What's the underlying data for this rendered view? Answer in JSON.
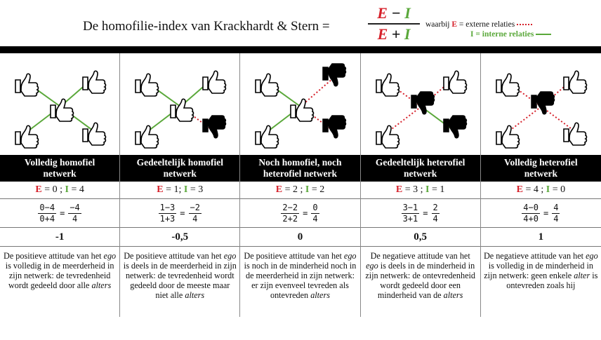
{
  "header": {
    "title": "De homofilie-index van Krackhardt & Stern =",
    "formula_E": "E",
    "formula_minus": "−",
    "formula_plus": "+",
    "formula_I": "I",
    "legend_prefix": "waarbij",
    "legend_E": "E",
    "legend_E_text": "= externe relaties",
    "legend_I": "I = interne relaties"
  },
  "columns": [
    {
      "label_line1": "Volledig homofiel",
      "label_line2": "netwerk",
      "E": "E",
      "E_val": "= 0 ;",
      "I": "I",
      "I_val": "= 4",
      "num1": "0−4",
      "den1": "0+4",
      "num2": "−4",
      "den2": "4",
      "value": "-1",
      "desc_pre": "De positieve attitude van het",
      "desc_em": "ego",
      "desc_mid": "is volledig in de meerderheid in zijn netwerk: de tevredenheid wordt gedeeld door alle",
      "desc_em2": "alters",
      "desc_post": ""
    },
    {
      "label_line1": "Gedeeltelijk homofiel",
      "label_line2": "netwerk",
      "E": "E",
      "E_val": "= 1;",
      "I": "I",
      "I_val": "= 3",
      "num1": "1−3",
      "den1": "1+3",
      "num2": "−2",
      "den2": "4",
      "value": "-0,5",
      "desc_pre": "De positieve attitude van het",
      "desc_em": "ego",
      "desc_mid": "is deels in de meerderheid in zijn netwerk: de tevredenheid wordt gedeeld door de meeste maar niet alle",
      "desc_em2": "alters",
      "desc_post": ""
    },
    {
      "label_line1": "Noch homofiel, noch",
      "label_line2": "heterofiel netwerk",
      "E": "E",
      "E_val": "= 2 ;",
      "I": "I",
      "I_val": "= 2",
      "num1": "2−2",
      "den1": "2+2",
      "num2": "0",
      "den2": "4",
      "value": "0",
      "desc_pre": "De positieve attitude van het",
      "desc_em": "ego",
      "desc_mid": "is noch in de minderheid noch in de meerderheid in zijn netwerk: er zijn evenveel tevreden als ontevreden",
      "desc_em2": "alters",
      "desc_post": ""
    },
    {
      "label_line1": "Gedeeltelijk heterofiel",
      "label_line2": "netwerk",
      "E": "E",
      "E_val": "= 3 ;",
      "I": "I",
      "I_val": "= 1",
      "num1": "3−1",
      "den1": "3+1",
      "num2": "2",
      "den2": "4",
      "value": "0,5",
      "desc_pre": "De negatieve attitude van het",
      "desc_em": "ego",
      "desc_mid": "is deels in de minderheid in zijn netwerk: de ontevredenheid wordt gedeeld door een minderheid van de",
      "desc_em2": "alters",
      "desc_post": ""
    },
    {
      "label_line1": "Volledig heterofiel",
      "label_line2": "netwerk",
      "E": "E",
      "E_val": "= 4 ;",
      "I": "I",
      "I_val": "= 0",
      "num1": "4−0",
      "den1": "4+0",
      "num2": "4",
      "den2": "4",
      "value": "1",
      "desc_pre": "De negatieve attitude van het",
      "desc_em": "ego",
      "desc_mid": "is volledig in de minderheid in zijn netwerk: geen enkele",
      "desc_em2": "alter",
      "desc_post": "is ontevreden zoals hij"
    }
  ],
  "colors": {
    "external": "#d6202a",
    "internal": "#5aa83a",
    "bar": "#000000"
  }
}
